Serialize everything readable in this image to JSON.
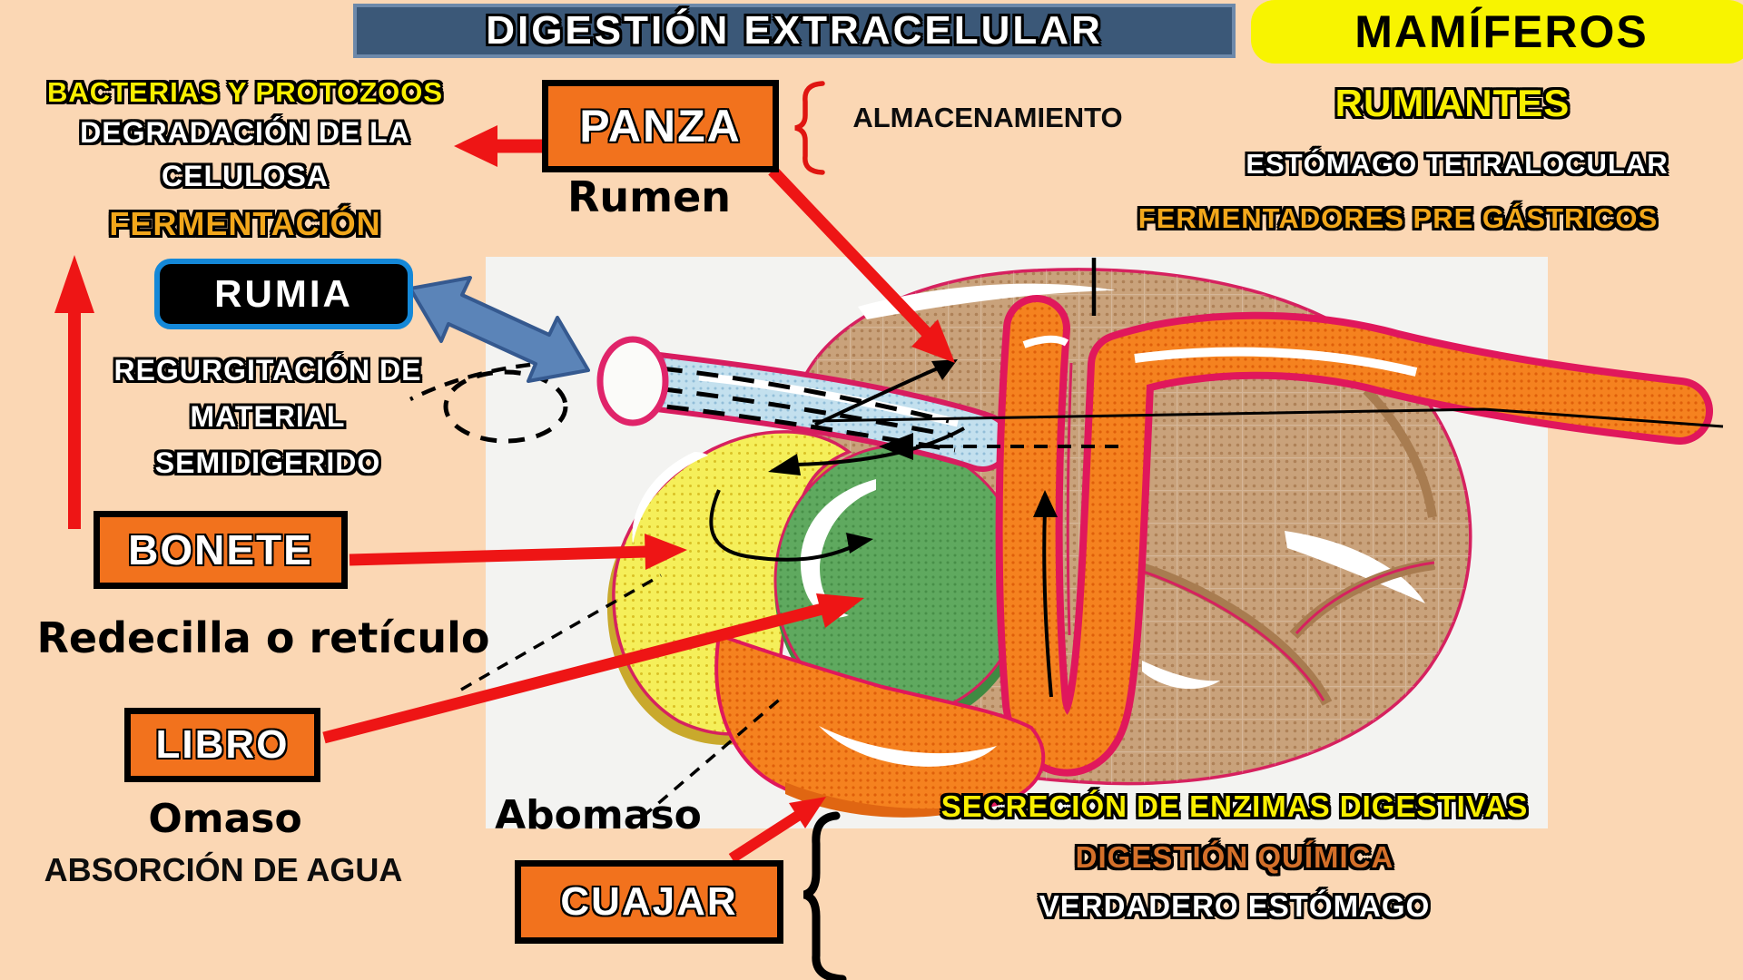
{
  "header": {
    "title": "DIGESTIÓN EXTRACELULAR",
    "badge": "MAMÍFEROS"
  },
  "left_notes": {
    "bacterias": "BACTERIAS Y PROTOZOOS",
    "degradacion": [
      "DEGRADACIÓN DE LA",
      "CELULOSA"
    ],
    "fermentacion": "FERMENTACIÓN",
    "rumia": "RUMIA",
    "regurgitacion": [
      "REGURGITACIÓN DE",
      "MATERIAL",
      "SEMIDIGERIDO"
    ]
  },
  "right_notes": {
    "rumiantes": "RUMIANTES",
    "estomago": "ESTÓMAGO TETRALOCULAR",
    "fermentadores": "FERMENTADORES PRE GÁSTRICOS"
  },
  "compartments": {
    "panza": {
      "label": "PANZA",
      "common_name": "Rumen",
      "function": "ALMACENAMIENTO"
    },
    "bonete": {
      "label": "BONETE",
      "common_name": "Redecilla o retículo"
    },
    "libro": {
      "label": "LIBRO",
      "common_name": "Omaso",
      "function": "ABSORCIÓN DE AGUA"
    },
    "cuajar": {
      "label": "CUAJAR",
      "common_name": "Abomaso",
      "functions": [
        "SECRECIÓN DE ENZIMAS DIGESTIVAS",
        "DIGESTIÓN QUÍMICA",
        "VERDADERO ESTÓMAGO"
      ]
    }
  },
  "colors": {
    "background": "#fbd7b4",
    "title_bar": "#3b5878",
    "badge_yellow": "#f8f400",
    "label_box_orange": "#f2721d",
    "arrow_red": "#ee1515",
    "arrow_blue": "#5b84b8",
    "text_yellow": "#f8ef00",
    "text_gold": "#f2a71b",
    "text_orange": "#d4702a",
    "rumen_tan": "#c9a27b",
    "reticulum_yellow": "#f5ef5a",
    "omasum_green": "#5fa95f",
    "abomasum_orange": "#f5821f",
    "esophagus_blue": "#c3e0ee"
  }
}
